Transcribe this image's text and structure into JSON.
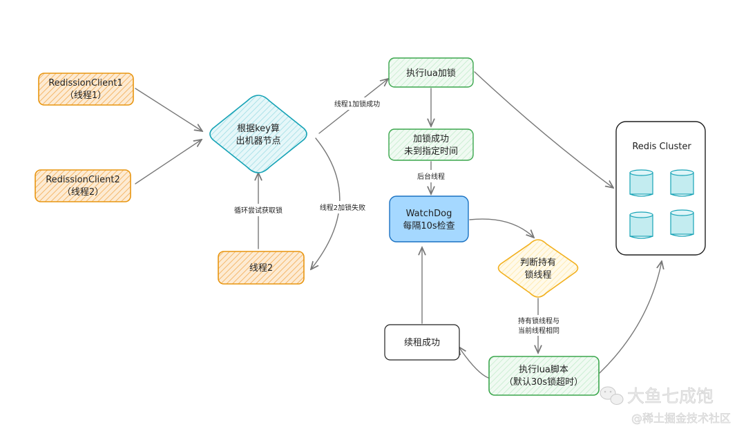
{
  "nodes": {
    "client1": {
      "lines": [
        "RedissionClient1",
        "（线程1）"
      ]
    },
    "client2": {
      "lines": [
        "RedissionClient2",
        "（线程2）"
      ]
    },
    "hash_node": {
      "lines": [
        "根据key算",
        "出机器节点"
      ]
    },
    "thread2": {
      "lines": [
        "线程2"
      ]
    },
    "exec_lua_lock": {
      "lines": [
        "执行lua加锁"
      ]
    },
    "lock_success": {
      "lines": [
        "加锁成功",
        "未到指定时间"
      ]
    },
    "watchdog": {
      "lines": [
        "WatchDog",
        "每隔10s检查"
      ]
    },
    "judge_holder": {
      "lines": [
        "判断持有",
        "锁线程"
      ]
    },
    "exec_lua_script": {
      "lines": [
        "执行lua脚本",
        "（默认30s锁超时）"
      ]
    },
    "renew_success": {
      "lines": [
        "续租成功"
      ]
    },
    "redis_cluster": {
      "lines": [
        "Redis Cluster"
      ]
    }
  },
  "edge_labels": {
    "thread1_success": "线程1加锁成功",
    "thread2_fail": "线程2加锁失败",
    "loop_retry": "循环尝试获取锁",
    "background_thread": "后台线程",
    "same_holder": [
      "持有锁线程与",
      "当前线程相同"
    ]
  },
  "watermark": {
    "brand": "大鱼七成饱",
    "community": "@稀土掘金技术社区"
  },
  "colors": {
    "orange_stroke": "#e8950f",
    "orange_fill": "#fcd7a6",
    "teal_stroke": "#16a3b6",
    "teal_fill": "#c3ecf0",
    "green_stroke": "#3aa64c",
    "green_fill": "#d6f2dc",
    "blue_stroke": "#1971c2",
    "blue_fill": "#a5d8ff",
    "yellow_stroke": "#f2b01e",
    "yellow_fill": "#fff3c4",
    "arrow": "#777777"
  }
}
